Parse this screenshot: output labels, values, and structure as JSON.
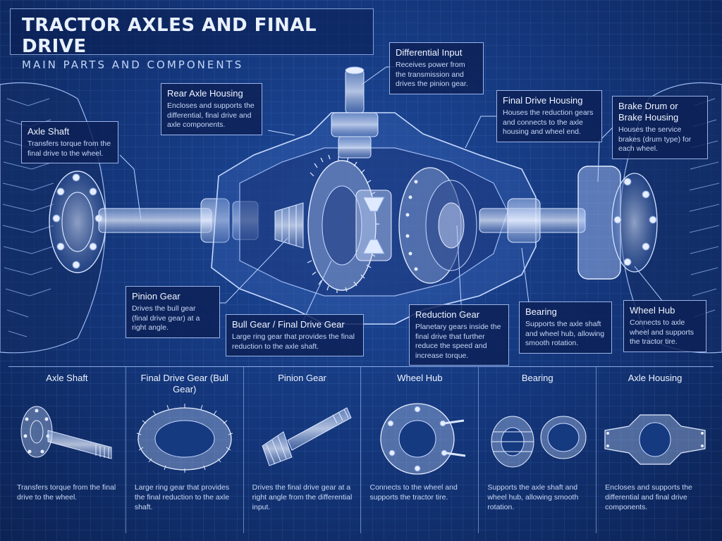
{
  "header": {
    "title": "TRACTOR AXLES AND FINAL DRIVE",
    "subtitle": "MAIN PARTS AND COMPONENTS"
  },
  "callouts": {
    "differential_input": {
      "title": "Differential Input",
      "text": "Receives power from the transmission and drives the pinion gear."
    },
    "rear_axle_housing": {
      "title": "Rear Axle Housing",
      "text": "Encloses and supports the differential, final drive and axle components."
    },
    "axle_shaft": {
      "title": "Axle Shaft",
      "text": "Transfers torque from the final drive to the wheel."
    },
    "final_drive_housing": {
      "title": "Final Drive Housing",
      "text": "Houses the reduction gears and connects to the axle housing and wheel end."
    },
    "brake_drum": {
      "title": "Brake Drum or Brake Housing",
      "text": "Houses the service brakes (drum type) for each wheel."
    },
    "pinion_gear": {
      "title": "Pinion Gear",
      "text": "Drives the bull gear (final drive gear) at a right angle."
    },
    "bull_gear": {
      "title": "Bull Gear / Final Drive Gear",
      "text": "Large ring gear that provides the final reduction to the axle shaft."
    },
    "reduction_gear": {
      "title": "Reduction Gear",
      "text": "Planetary gears inside the final drive that further reduce the speed and increase torque."
    },
    "bearing": {
      "title": "Bearing",
      "text": "Supports the axle shaft and wheel hub, allowing smooth rotation."
    },
    "wheel_hub": {
      "title": "Wheel Hub",
      "text": "Connects to axle wheel and supports the tractor tire."
    }
  },
  "components": [
    {
      "title": "Axle Shaft",
      "text": "Transfers torque from the final drive to the wheel.",
      "icon": "axle-shaft-icon"
    },
    {
      "title": "Final Drive Gear (Bull Gear)",
      "text": "Large ring gear that provides the final reduction to the axle shaft.",
      "icon": "bull-gear-icon"
    },
    {
      "title": "Pinion Gear",
      "text": "Drives the final drive gear at a right angle from the differential input.",
      "icon": "pinion-gear-icon"
    },
    {
      "title": "Wheel Hub",
      "text": "Connects to the wheel and supports the tractor tire.",
      "icon": "wheel-hub-icon"
    },
    {
      "title": "Bearing",
      "text": "Supports the axle shaft and wheel hub, allowing smooth rotation.",
      "icon": "bearing-icon"
    },
    {
      "title": "Axle Housing",
      "text": "Encloses and supports the differential and final drive components.",
      "icon": "axle-housing-icon"
    }
  ],
  "colors": {
    "background": "#133477",
    "line": "#bcd3ff",
    "text": "#dbe8ff"
  }
}
